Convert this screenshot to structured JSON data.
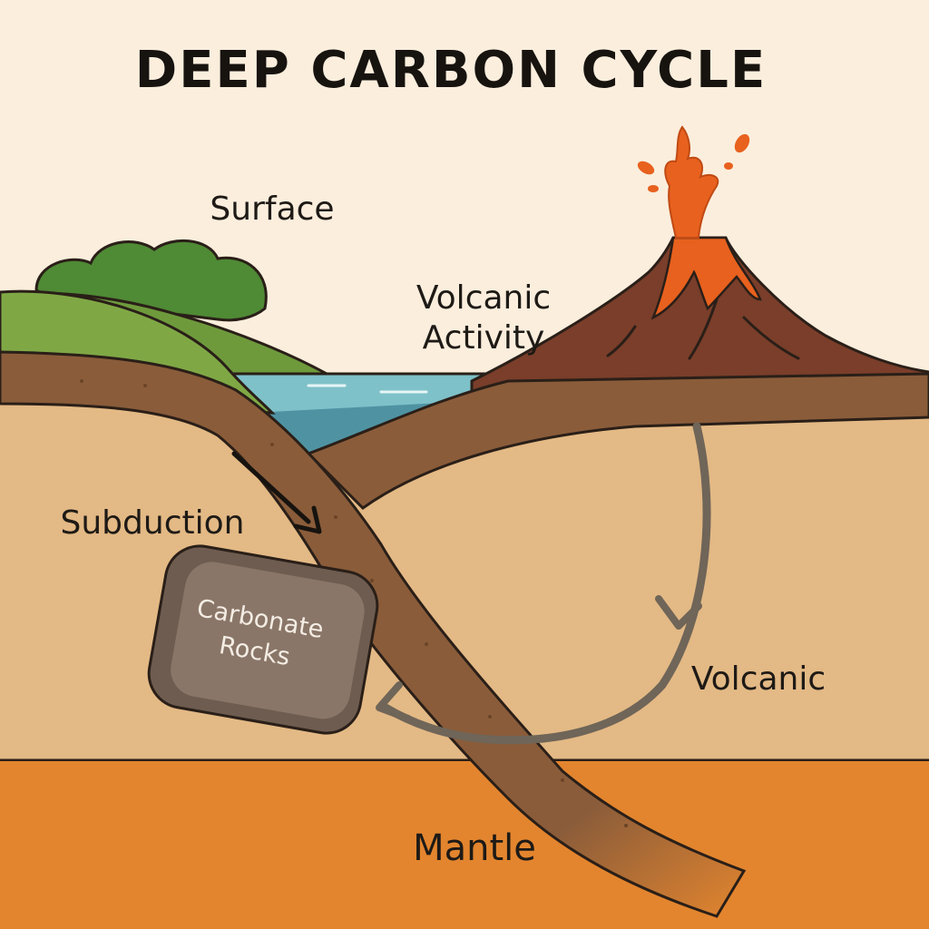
{
  "title": "DEEP CARBON CYCLE",
  "labels": {
    "surface": "Surface",
    "volcanic_activity_line1": "Volcanic",
    "volcanic_activity_line2": "Activity",
    "subduction": "Subduction",
    "carbonate_line1": "Carbonate",
    "carbonate_line2": "Rocks",
    "volcanic": "Volcanic",
    "mantle": "Mantle"
  },
  "colors": {
    "background": "#fbeedd",
    "crust": "#e3b985",
    "mantle": "#e3852e",
    "plate": "#8a5c3a",
    "volcano": "#7a3e2a",
    "lava": "#e8611e",
    "grass": "#7fa845",
    "bush": "#4f8a35",
    "water": "#7fc1c9",
    "rock": "#8a7668",
    "arrow": "#6f6558"
  }
}
